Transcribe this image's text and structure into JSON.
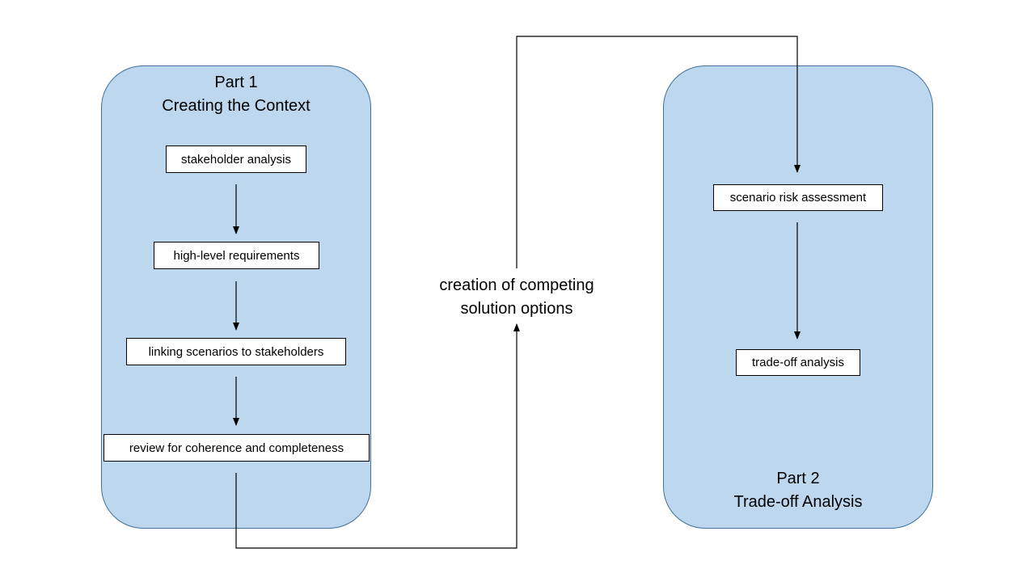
{
  "part1": {
    "title_line1": "Part 1",
    "title_line2": "Creating the Context",
    "steps": [
      "stakeholder analysis",
      "high-level requirements",
      "linking scenarios to stakeholders",
      "review for coherence and completeness"
    ]
  },
  "center": {
    "line1": "creation of competing",
    "line2": "solution options"
  },
  "part2": {
    "title_line1": "Part 2",
    "title_line2": "Trade-off Analysis",
    "steps": [
      "scenario risk assessment",
      "trade-off analysis"
    ]
  },
  "colors": {
    "panel_fill": "#bdd7ee",
    "panel_border": "#41719c",
    "box_fill": "#ffffff",
    "line": "#000000"
  }
}
